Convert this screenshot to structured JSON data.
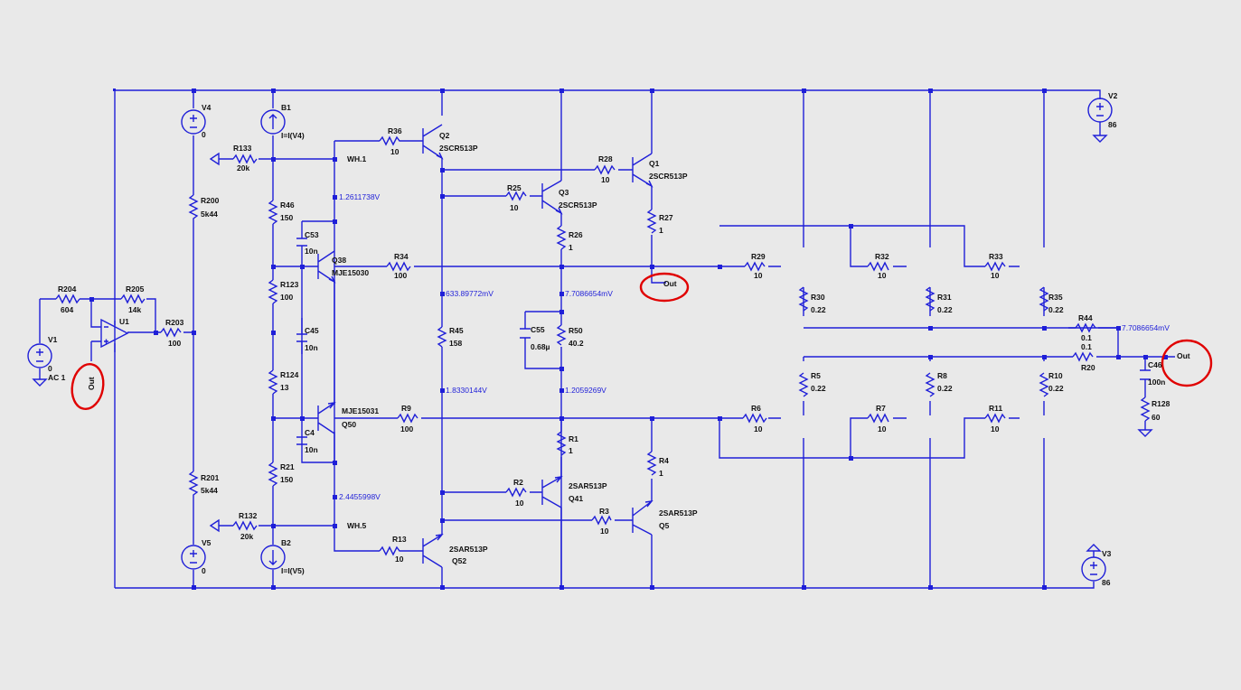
{
  "components": {
    "R204": {
      "name": "R204",
      "value": "604"
    },
    "R205": {
      "name": "R205",
      "value": "14k"
    },
    "R203": {
      "name": "R203",
      "value": "100"
    },
    "U1": {
      "name": "U1"
    },
    "V1": {
      "name": "V1",
      "value": "0",
      "extra": "AC 1"
    },
    "V4": {
      "name": "V4",
      "value": "0"
    },
    "V5": {
      "name": "V5",
      "value": "0"
    },
    "R200": {
      "name": "R200",
      "value": "5k44"
    },
    "R201": {
      "name": "R201",
      "value": "5k44"
    },
    "B1": {
      "name": "B1",
      "value": "I=I(V4)"
    },
    "B2": {
      "name": "B2",
      "value": "I=I(V5)"
    },
    "R133": {
      "name": "R133",
      "value": "20k"
    },
    "R132": {
      "name": "R132",
      "value": "20k"
    },
    "R46": {
      "name": "R46",
      "value": "150"
    },
    "R123": {
      "name": "R123",
      "value": "100"
    },
    "R124": {
      "name": "R124",
      "value": "13"
    },
    "R21": {
      "name": "R21",
      "value": "150"
    },
    "C53": {
      "name": "C53",
      "value": "10n"
    },
    "C45": {
      "name": "C45",
      "value": "10n"
    },
    "C4": {
      "name": "C4",
      "value": "10n"
    },
    "Q38": {
      "name": "Q38",
      "model": "MJE15030"
    },
    "Q50": {
      "name": "Q50",
      "model": "MJE15031"
    },
    "R36": {
      "name": "R36",
      "value": "10"
    },
    "R34": {
      "name": "R34",
      "value": "100"
    },
    "R9": {
      "name": "R9",
      "value": "100"
    },
    "R13": {
      "name": "R13",
      "value": "10"
    },
    "Q2": {
      "name": "Q2",
      "model": "2SCR513P"
    },
    "Q52": {
      "name": "Q52",
      "model": "2SAR513P"
    },
    "R45": {
      "name": "R45",
      "value": "158"
    },
    "R25": {
      "name": "R25",
      "value": "10"
    },
    "Q3": {
      "name": "Q3",
      "model": "2SCR513P"
    },
    "R26": {
      "name": "R26",
      "value": "1"
    },
    "R28": {
      "name": "R28",
      "value": "10"
    },
    "Q1": {
      "name": "Q1",
      "model": "2SCR513P"
    },
    "R27": {
      "name": "R27",
      "value": "1"
    },
    "C55": {
      "name": "C55",
      "value": "0.68µ"
    },
    "R50": {
      "name": "R50",
      "value": "40.2"
    },
    "R1": {
      "name": "R1",
      "value": "1"
    },
    "R2": {
      "name": "R2",
      "value": "10"
    },
    "Q41": {
      "name": "Q41",
      "model": "2SAR513P"
    },
    "R3": {
      "name": "R3",
      "value": "10"
    },
    "R4": {
      "name": "R4",
      "value": "1"
    },
    "Q5": {
      "name": "Q5",
      "model": "2SAR513P"
    },
    "R29": {
      "name": "R29",
      "value": "10"
    },
    "R32": {
      "name": "R32",
      "value": "10"
    },
    "R33": {
      "name": "R33",
      "value": "10"
    },
    "R30": {
      "name": "R30",
      "value": "0.22"
    },
    "R31": {
      "name": "R31",
      "value": "0.22"
    },
    "R35": {
      "name": "R35",
      "value": "0.22"
    },
    "R6": {
      "name": "R6",
      "value": "10"
    },
    "R7": {
      "name": "R7",
      "value": "10"
    },
    "R11": {
      "name": "R11",
      "value": "10"
    },
    "R5": {
      "name": "R5",
      "value": "0.22"
    },
    "R8": {
      "name": "R8",
      "value": "0.22"
    },
    "R10": {
      "name": "R10",
      "value": "0.22"
    },
    "R44": {
      "name": "R44",
      "value": "0.1"
    },
    "R20": {
      "name": "R20",
      "value": "0.1"
    },
    "C46": {
      "name": "C46",
      "value": "100n"
    },
    "R128": {
      "name": "R128",
      "value": "60"
    },
    "V2": {
      "name": "V2",
      "value": "86"
    },
    "V3": {
      "name": "V3",
      "value": "86"
    }
  },
  "nets": {
    "wh1": "WH.1",
    "wh5": "WH.5",
    "out_mid": "Out",
    "out_right": "Out",
    "out_left": "Out"
  },
  "voltages": {
    "v_q38": "1.2611738V",
    "v_q2e": "633.89772mV",
    "v_r26": "7.7086654mV",
    "v_q50": "1.8330144V",
    "v_r50b": "1.2059269V",
    "v_bot": "2.4455998V",
    "v_out": "7.7086654mV"
  },
  "colors": {
    "wire": "#1f1fd8",
    "annotation": "#e00000",
    "background": "#e9e9e9"
  }
}
